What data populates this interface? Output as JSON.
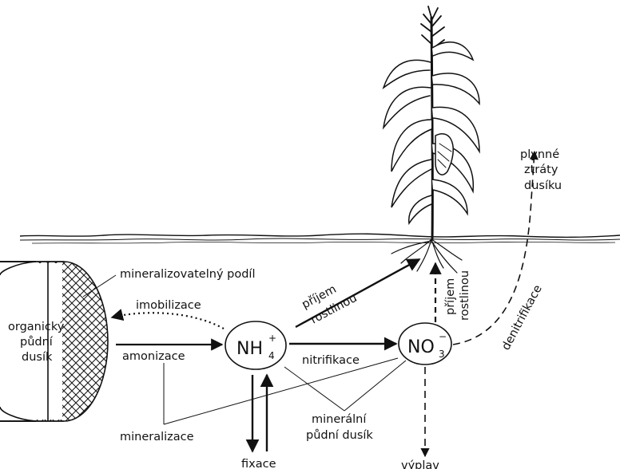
{
  "labels": {
    "organic_1": "organický",
    "organic_2": "půdní",
    "organic_3": "dusík",
    "mineralizable_share": "mineralizovatelný podíl",
    "immobilization": "imobilizace",
    "ammonification": "amonizace",
    "uptake_left_1": "příjem",
    "uptake_left_2": "rostlinou",
    "uptake_right_1": "příjem",
    "uptake_right_2": "rostlinou",
    "nitrification": "nitrifikace",
    "denitrification": "denitrifikace",
    "gas_1": "plynné",
    "gas_2": "ztráty",
    "gas_3": "dusíku",
    "mineral_1": "minerální",
    "mineral_2": "půdní dusík",
    "mineralization": "mineralizace",
    "fixation": "fixace",
    "leaching": "výplav"
  },
  "ions": {
    "ammonium_base": "NH",
    "ammonium_sub": "4",
    "ammonium_sup": "+",
    "nitrate_base": "NO",
    "nitrate_sub": "3",
    "nitrate_sup": "−"
  }
}
